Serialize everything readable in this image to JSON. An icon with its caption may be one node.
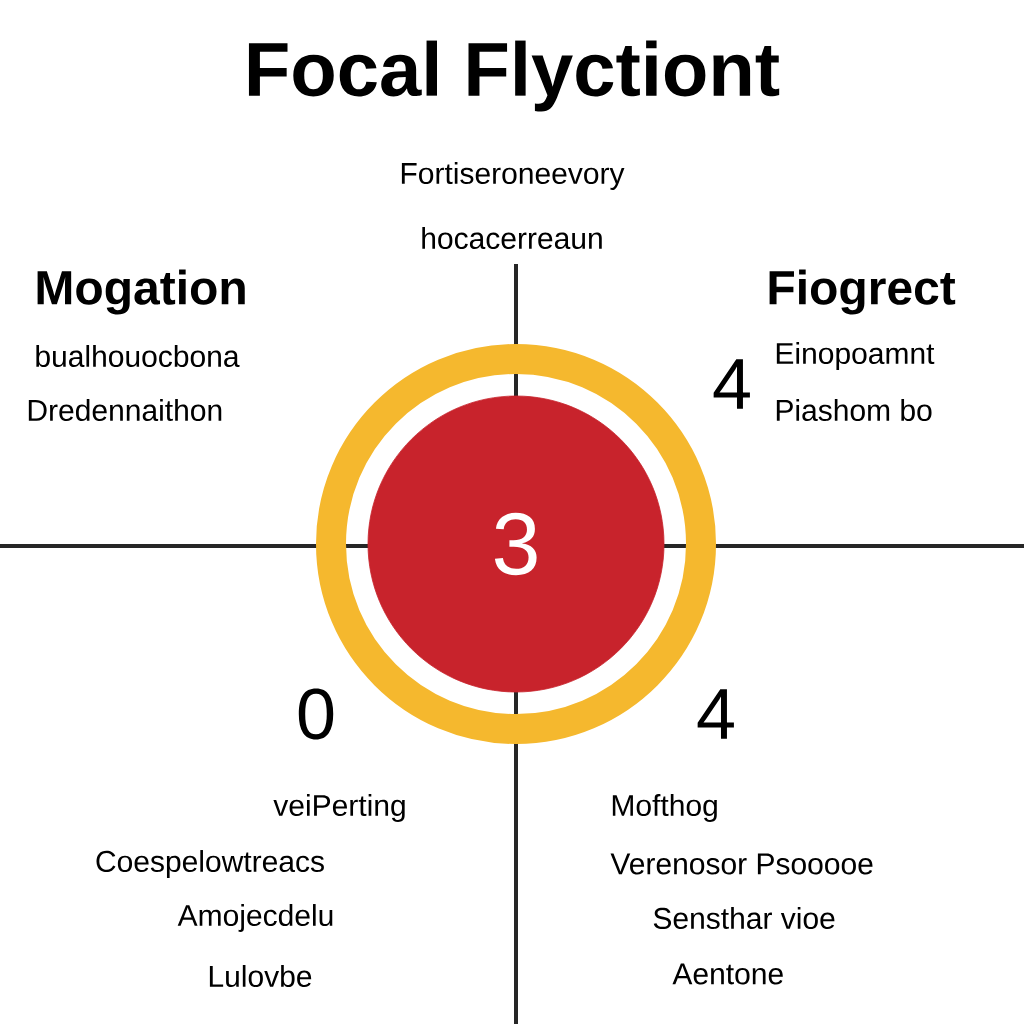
{
  "diagram": {
    "title": "Focal Flyctiont",
    "nodes": [
      {
        "text": [
          "3"
        ]
      }
    ],
    "labels": [
      "Fortiseroneevory",
      "hocacerreaun",
      "Mogation",
      "bualhouocbona",
      "Dredennaithon",
      "Fiogrect",
      "4",
      "Einopoamnt",
      "Piashom bo",
      "0",
      "4",
      "veiPerting",
      "Coespelowtreacs",
      "Amojecdelu",
      "Lulovbe",
      "Mofthog",
      "Verenosor Psooooe",
      "Sensthar vioe",
      "Aentone"
    ]
  }
}
